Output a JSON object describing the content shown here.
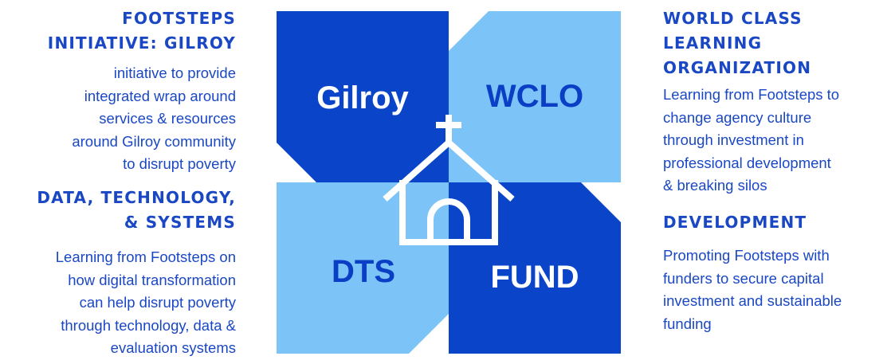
{
  "left": {
    "footsteps": {
      "heading": [
        "FOOTSTEPS",
        "INITIATIVE: GILROY"
      ],
      "body": [
        "initiative to provide",
        "integrated wrap around",
        "services & resources",
        "around Gilroy community",
        "to disrupt poverty"
      ]
    },
    "data_tech": {
      "heading": [
        "DATA, TECHNOLOGY,",
        "& SYSTEMS"
      ],
      "body": [
        "Learning from Footsteps on",
        "how digital transformation",
        "can help disrupt poverty",
        "through technology, data &",
        "evaluation systems"
      ]
    }
  },
  "right": {
    "wclo": {
      "heading": [
        "WORLD CLASS",
        "LEARNING",
        "ORGANIZATION"
      ],
      "body": [
        "Learning from Footsteps to",
        "change agency culture",
        "through investment in",
        "professional development",
        "& breaking silos"
      ]
    },
    "development": {
      "heading": [
        "DEVELOPMENT"
      ],
      "body": [
        "Promoting Footsteps with",
        "funders to secure capital",
        "investment and sustainable",
        "funding"
      ]
    }
  },
  "diagram": {
    "quadrants": {
      "top_left": "Gilroy",
      "top_right": "WCLO",
      "bottom_left": "DTS",
      "bottom_right": "FUND"
    },
    "icon": "church-icon",
    "colors": {
      "dark_blue": "#0a44c9",
      "light_blue": "#7cc4f7",
      "label_dark_text": "#0a3ec4",
      "label_light_text": "#ffffff",
      "church_outline": "#ffffff",
      "text": "#1a47c4"
    }
  }
}
